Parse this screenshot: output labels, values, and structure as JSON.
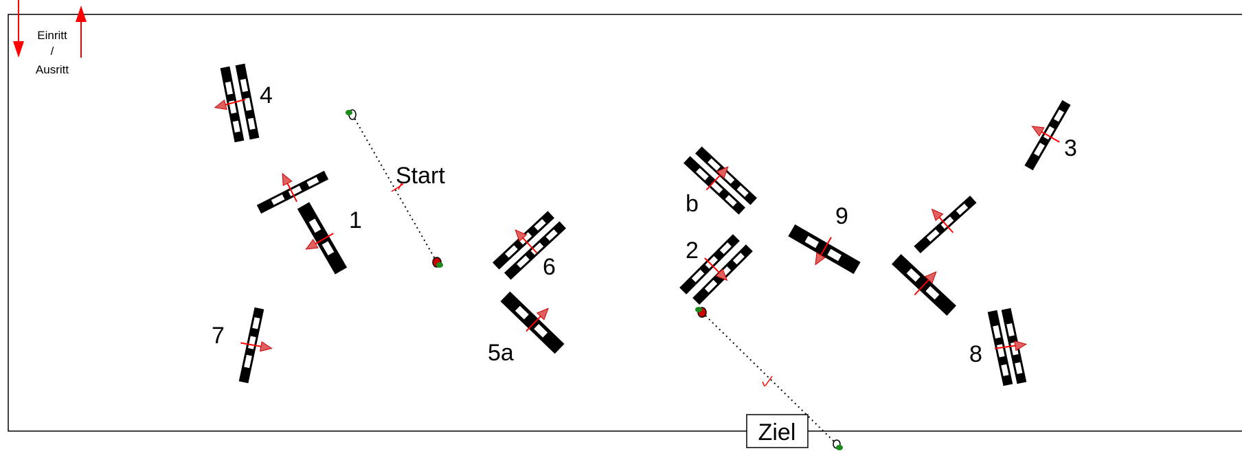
{
  "entry": {
    "line1": "Einritt",
    "line2": "/",
    "line3": "Ausritt"
  },
  "labels": {
    "start": "Start",
    "finish": "Ziel",
    "o1": "1",
    "o2": "2",
    "o3": "3",
    "o4": "4",
    "o5a": "5a",
    "o6": "6",
    "o7": "7",
    "o8": "8",
    "o9": "9",
    "ob": "b"
  },
  "colors": {
    "arrow": "#ff0000",
    "arrow_head": "#e06060",
    "flag_green": "#1a8a1a",
    "flag_red": "#cc0000",
    "pole": "#000000"
  }
}
